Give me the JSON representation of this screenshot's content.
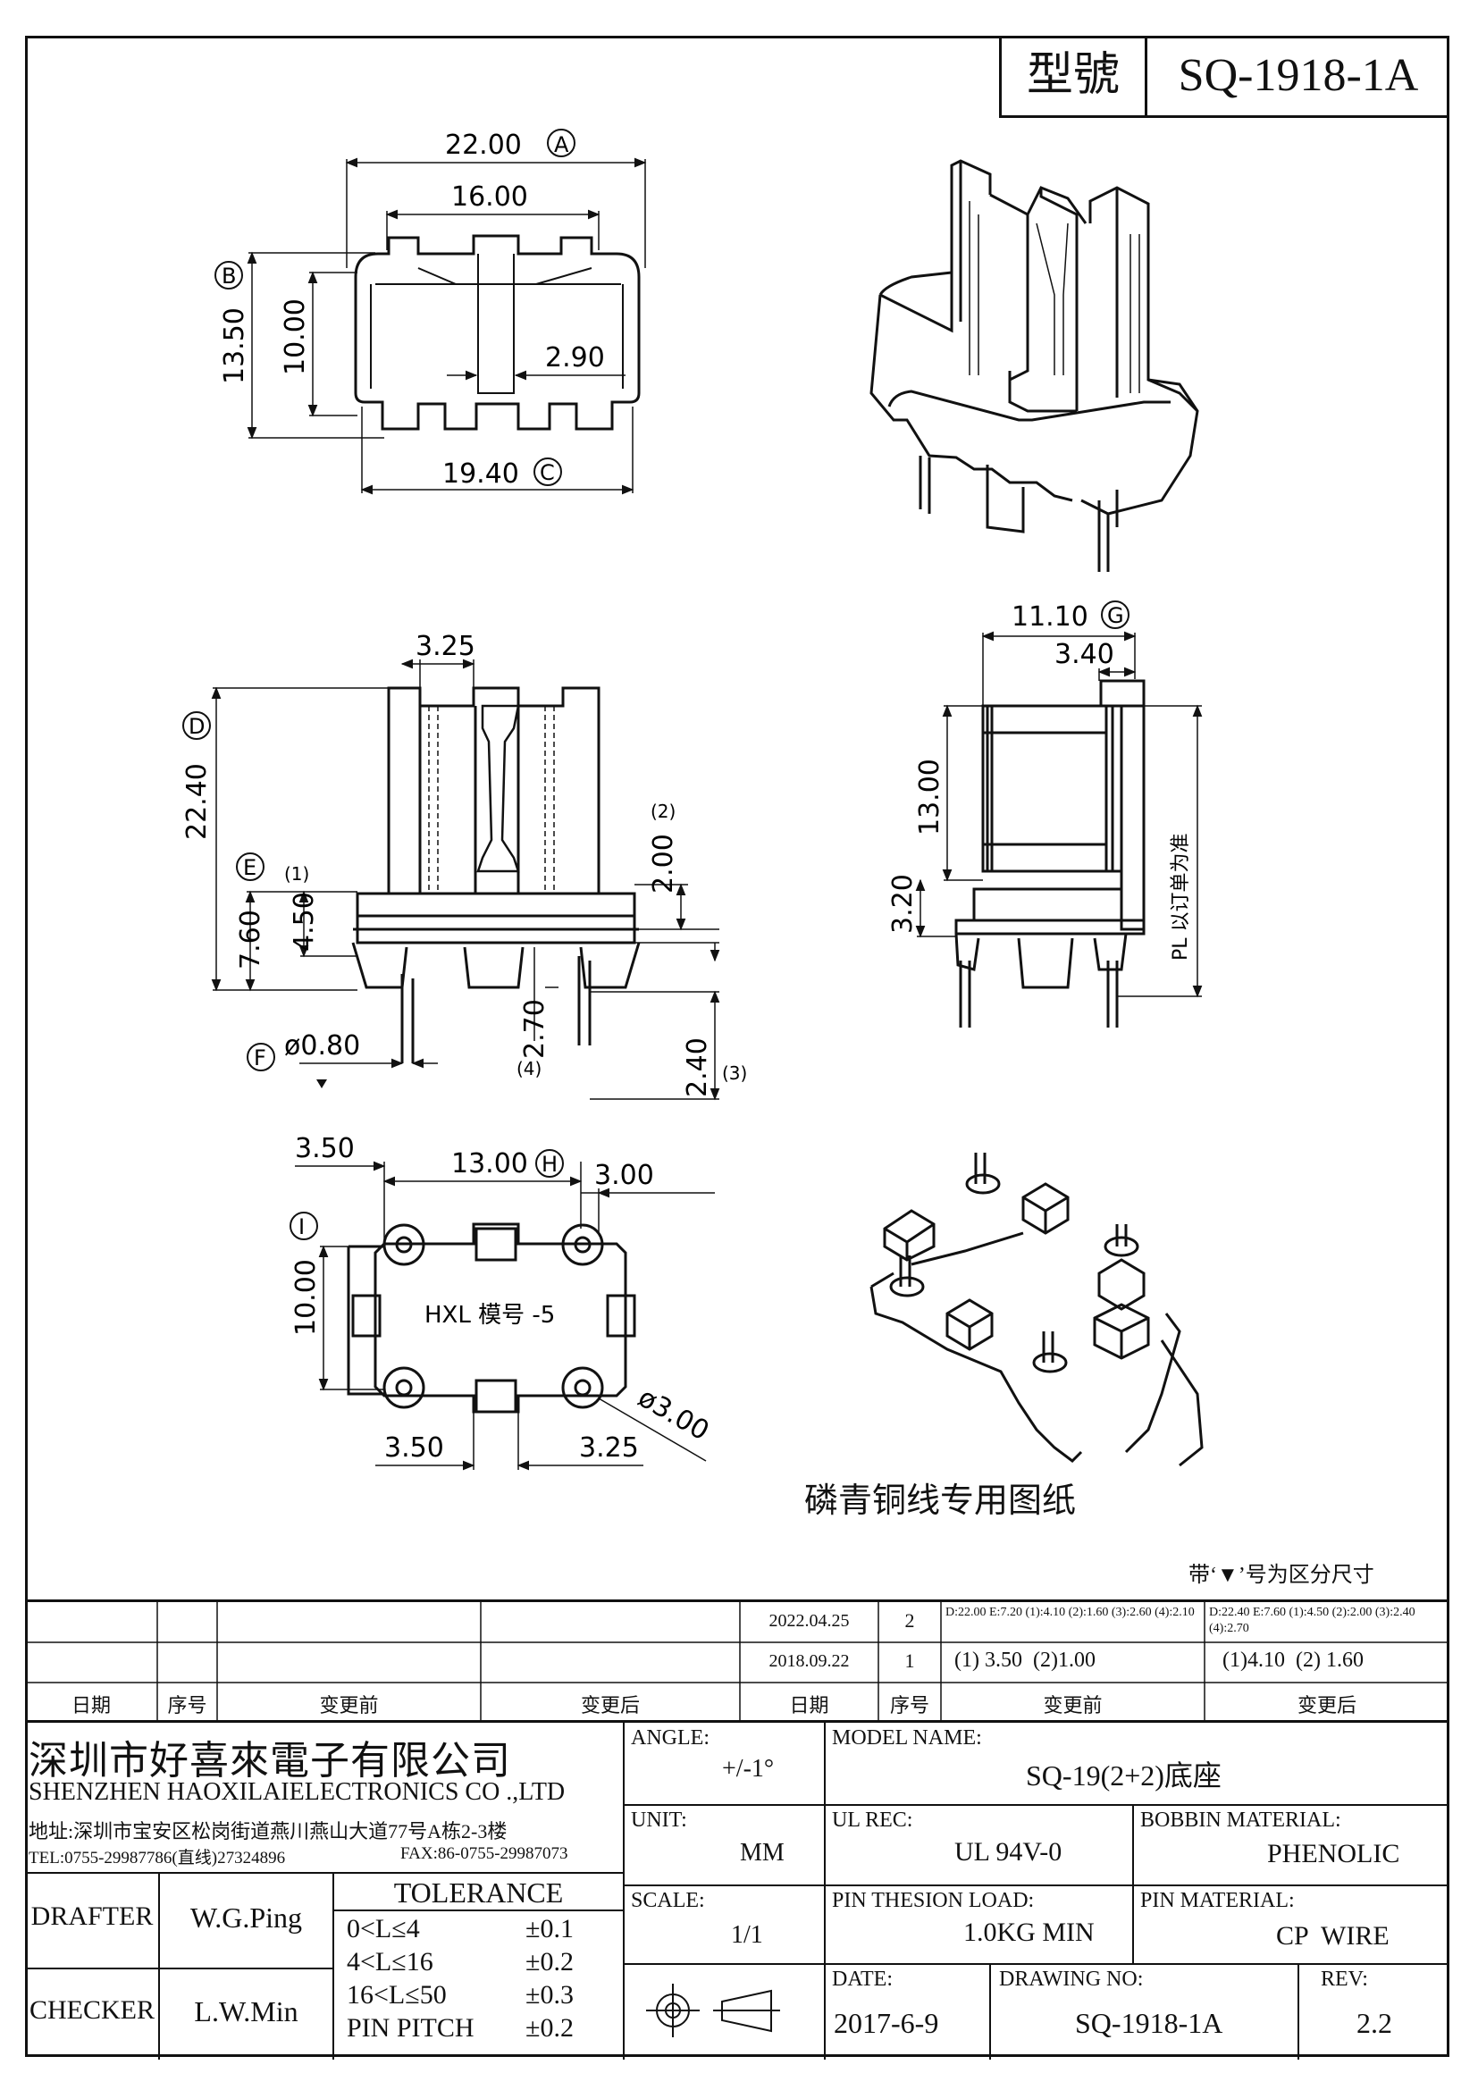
{
  "header": {
    "model_label": "型號",
    "model_value": "SQ-1918-1A"
  },
  "top_view": {
    "d_a": "22.00",
    "tag_a": "A",
    "d_16": "16.00",
    "d_b": "13.50",
    "tag_b": "B",
    "d_10": "10.00",
    "d_290": "2.90",
    "d_c": "19.40",
    "tag_c": "C"
  },
  "front_view": {
    "d_325": "3.25",
    "d_d": "22.40",
    "tag_d": "D",
    "d_e": "7.60",
    "tag_e": "E",
    "n1": "(1)",
    "d_450": "4.50",
    "n2": "(2)",
    "d_200": "2.00",
    "d_f": "ø0.80",
    "tag_f": "F",
    "d_270": "2.70",
    "n4": "(4)",
    "d_240": "2.40",
    "n3": "(3)"
  },
  "side_view": {
    "d_g": "11.10",
    "tag_g": "G",
    "d_340": "3.40",
    "d_1300": "13.00",
    "d_320": "3.20",
    "pl_note": "PL 以订单为准"
  },
  "bottom_view": {
    "d_350a": "3.50",
    "d_h": "13.00",
    "tag_h": "H",
    "d_300": "3.00",
    "d_i": "10.00",
    "tag_i": "I",
    "inner_text": "HXL 模号 -5",
    "d_dia": "ø3.00",
    "d_350b": "3.50",
    "d_325b": "3.25"
  },
  "caption": "磷青铜线专用图纸",
  "note_mark": "带‘▼’号为区分尺寸",
  "revisions": [
    {
      "date": "2022.04.25",
      "seq": "2",
      "before": "D:22.00 E:7.20 (1):4.10 (2):1.60 (3):2.60 (4):2.10",
      "after": "D:22.40 E:7.60 (1):4.50 (2):2.00 (3):2.40 (4):2.70"
    },
    {
      "date": "2018.09.22",
      "seq": "1",
      "before": "(1) 3.50  (2)1.00",
      "after": "(1)4.10  (2) 1.60"
    }
  ],
  "rev_headers": {
    "date": "日期",
    "seq": "序号",
    "before": "变更前",
    "after": "变更后"
  },
  "company": {
    "name_cn": "深圳市好喜來電子有限公司",
    "name_en": "SHENZHEN HAOXILAIELECTRONICS CO .,LTD",
    "address": "地址:深圳市宝安区松岗街道燕川燕山大道77号A栋2-3楼",
    "tel": "TEL:0755-29987786(直线)27324896",
    "fax": "FAX:86-0755-29987073"
  },
  "title_block": {
    "angle_label": "ANGLE:",
    "angle_value": "+/-1°",
    "model_name_label": "MODEL NAME:",
    "model_name_value": "SQ-19(2+2)底座",
    "unit_label": "UNIT:",
    "unit_value": "MM",
    "ul_label": "UL REC:",
    "ul_value": "UL 94V-0",
    "bobbin_label": "BOBBIN MATERIAL:",
    "bobbin_value": "PHENOLIC",
    "scale_label": "SCALE:",
    "scale_value": "1/1",
    "pin_load_label": "PIN THESION LOAD:",
    "pin_load_value": "1.0KG MIN",
    "pin_mat_label": "PIN MATERIAL:",
    "pin_mat_value": "CP  WIRE",
    "date_label": "DATE:",
    "date_value": "2017-6-9",
    "drawing_no_label": "DRAWING NO:",
    "drawing_no_value": "SQ-1918-1A",
    "rev_label": "REV:",
    "rev_value": "2.2",
    "drafter_label": "DRAFTER",
    "drafter_value": "W.G.Ping",
    "checker_label": "CHECKER",
    "checker_value": "L.W.Min",
    "tolerance_title": "TOLERANCE",
    "tolerances": [
      {
        "range": "0<L≤4",
        "value": "±0.1"
      },
      {
        "range": "4<L≤16",
        "value": "±0.2"
      },
      {
        "range": "16<L≤50",
        "value": "±0.3"
      },
      {
        "range": "PIN PITCH",
        "value": "±0.2"
      }
    ]
  }
}
